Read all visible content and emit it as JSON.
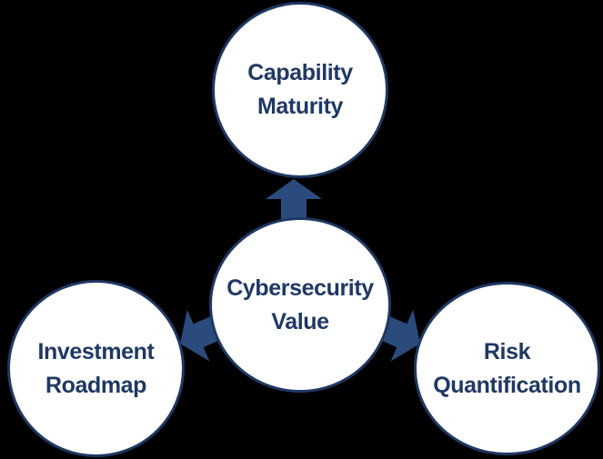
{
  "diagram": {
    "type": "radial-diverging",
    "colors": {
      "background": "#000000",
      "circle_fill": "#FFFFFF",
      "circle_border": "#1F3864",
      "arrow": "#2A4B7C",
      "text": "#1F3864"
    },
    "center_node": {
      "id": "cybersecurity-value",
      "line1": "Cybersecurity",
      "line2": "Value"
    },
    "nodes": [
      {
        "id": "capability-maturity",
        "position": "top",
        "line1": "Capability",
        "line2": "Maturity"
      },
      {
        "id": "investment-roadmap",
        "position": "bottom-left",
        "line1": "Investment",
        "line2": "Roadmap"
      },
      {
        "id": "risk-quantification",
        "position": "bottom-right",
        "line1": "Risk",
        "line2": "Quantification"
      }
    ],
    "arrows": [
      {
        "id": "up-arrow",
        "from": "cybersecurity-value",
        "to": "capability-maturity"
      },
      {
        "id": "down-left-arrow",
        "from": "cybersecurity-value",
        "to": "investment-roadmap"
      },
      {
        "id": "down-right-arrow",
        "from": "cybersecurity-value",
        "to": "risk-quantification"
      }
    ]
  }
}
